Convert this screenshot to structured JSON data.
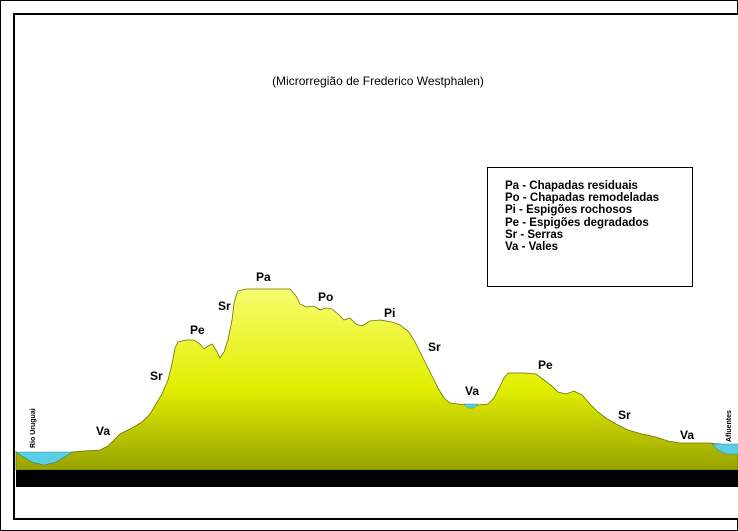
{
  "title": "(Microrregião de Frederico Westphalen)",
  "legend": [
    "Pa - Chapadas residuais",
    "Po - Chapadas remodeladas",
    "Pi - Espigões rochosos",
    "Pe - Espigões degradados",
    "Sr - Serras",
    "Va - Vales"
  ],
  "profile_labels": {
    "pa": "Pa",
    "po": "Po",
    "pi": "Pi",
    "pe_left": "Pe",
    "pe_right": "Pe",
    "sr_upper": "Sr",
    "sr_left": "Sr",
    "sr_mid": "Sr",
    "sr_right": "Sr",
    "va_left": "Va",
    "va_mid": "Va",
    "va_right": "Va"
  },
  "rivers": {
    "left": "Rio Uruguai",
    "right": "Afluentes"
  },
  "colors": {
    "terrain": "#e2ee00",
    "terrain_light": "#f4fb6a",
    "terrain_dark": "#8f9a00",
    "water": "#5ccfe6",
    "base": "#000000"
  }
}
